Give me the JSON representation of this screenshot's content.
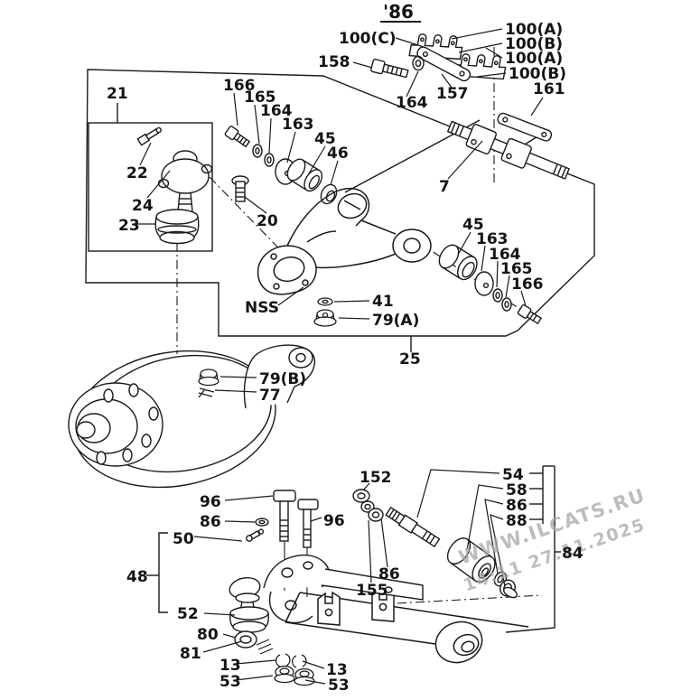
{
  "diagram": {
    "title": "'86",
    "colors": {
      "line": "#1a1a1a",
      "background": "#ffffff",
      "watermark": "#a8a8a8"
    },
    "watermark": {
      "line1": "WWW.ILCATS.RU",
      "line2": "14:11 27.11.2025"
    }
  },
  "callouts": {
    "c86": "'86",
    "c100a": "100(A)",
    "c100b": "100(B)",
    "c100c": "100(C)",
    "c7": "7",
    "c13": "13",
    "c20": "20",
    "c21": "21",
    "c22": "22",
    "c23": "23",
    "c24": "24",
    "c25": "25",
    "c41": "41",
    "c45": "45",
    "c46": "46",
    "c48": "48",
    "c50": "50",
    "c52": "52",
    "c53": "53",
    "c54": "54",
    "c58": "58",
    "c77": "77",
    "c79a": "79(A)",
    "c79b": "79(B)",
    "c80": "80",
    "c81": "81",
    "c84": "84",
    "c86n": "86",
    "c88": "88",
    "c96": "96",
    "c152": "152",
    "c155": "155",
    "c157": "157",
    "c158": "158",
    "c161": "161",
    "c163": "163",
    "c164": "164",
    "c165": "165",
    "c166": "166",
    "cnss": "NSS"
  }
}
